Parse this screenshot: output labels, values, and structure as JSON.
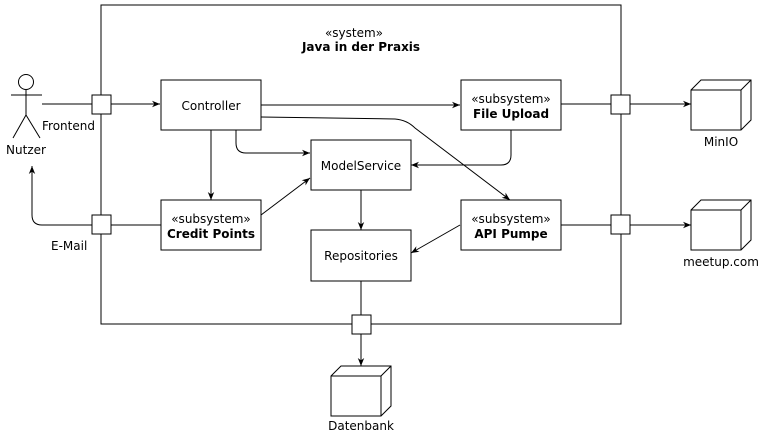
{
  "system": {
    "stereotype": "«system»",
    "name": "Java in der Praxis"
  },
  "actor": {
    "name": "Nutzer"
  },
  "ports": {
    "frontend_label": "Frontend",
    "email_label": "E-Mail"
  },
  "components": {
    "controller": {
      "name": "Controller"
    },
    "file_upload": {
      "stereotype": "«subsystem»",
      "name": "File Upload"
    },
    "model_service": {
      "name": "ModelService"
    },
    "credit_points": {
      "stereotype": "«subsystem»",
      "name": "Credit Points"
    },
    "repositories": {
      "name": "Repositories"
    },
    "api_pumpe": {
      "stereotype": "«subsystem»",
      "name": "API Pumpe"
    }
  },
  "nodes": {
    "minio": {
      "name": "MinIO"
    },
    "meetup": {
      "name": "meetup.com"
    },
    "datenbank": {
      "name": "Datenbank"
    }
  }
}
